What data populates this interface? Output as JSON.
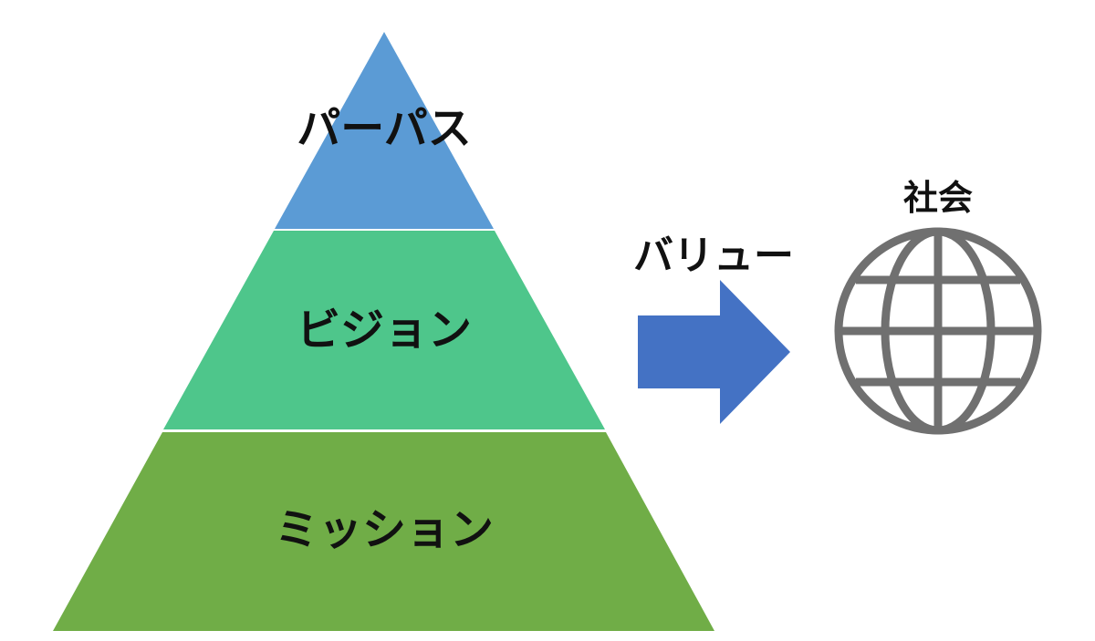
{
  "pyramid": {
    "top": {
      "label": "パーパス",
      "color": "#5B9BD5"
    },
    "middle": {
      "label": "ビジョン",
      "color": "#4EC68B"
    },
    "bottom": {
      "label": "ミッション",
      "color": "#70AD47"
    }
  },
  "arrow": {
    "label": "バリュー",
    "color": "#4472C4"
  },
  "globe": {
    "label": "社会",
    "icon": "globe-icon",
    "color": "#707070"
  }
}
